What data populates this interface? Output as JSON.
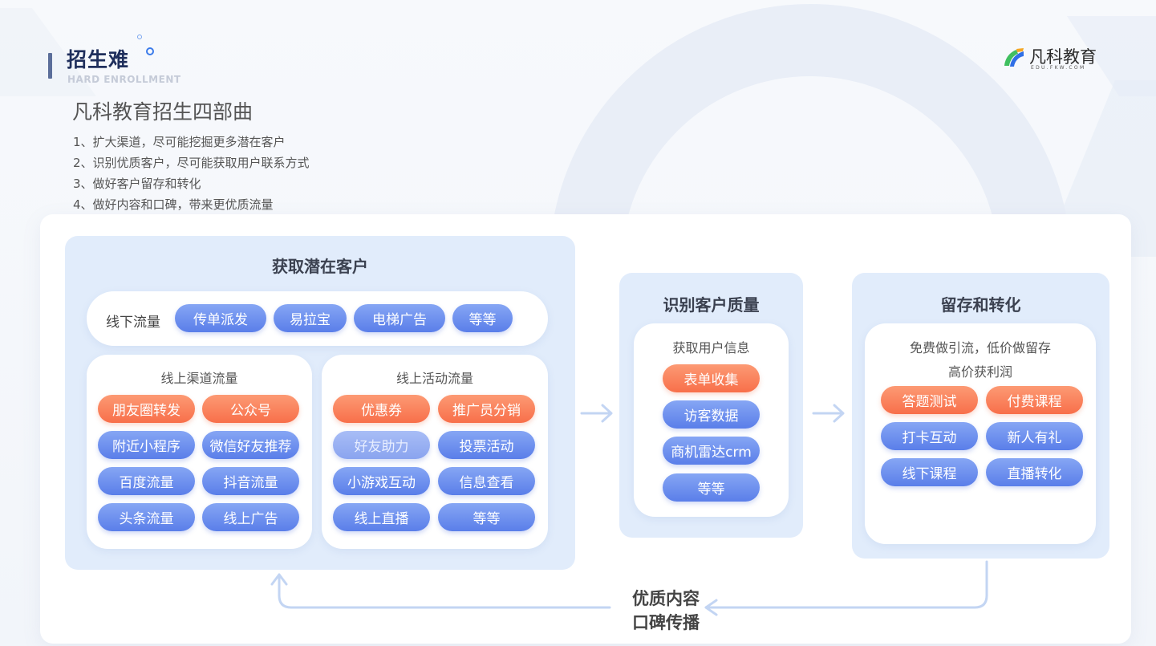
{
  "header": {
    "title": "招生难",
    "subtitle": "HARD ENROLLMENT"
  },
  "logo": {
    "name": "凡科教育",
    "domain": "EDU.FKW.COM"
  },
  "intro": {
    "title": "凡科教育招生四部曲",
    "items": [
      "1、扩大渠道，尽可能挖掘更多潜在客户",
      "2、识别优质客户，尽可能获取用户联系方式",
      "3、做好客户留存和转化",
      "4、做好内容和口碑，带来更优质流量"
    ]
  },
  "acquire": {
    "title": "获取潜在客户",
    "offline": {
      "label": "线下流量",
      "tags": [
        "传单派发",
        "易拉宝",
        "电梯广告",
        "等等"
      ]
    },
    "online_channel": {
      "title": "线上渠道流量",
      "tags": [
        "朋友圈转发",
        "公众号",
        "附近小程序",
        "微信好友推荐",
        "百度流量",
        "抖音流量",
        "头条流量",
        "线上广告"
      ]
    },
    "online_activity": {
      "title": "线上活动流量",
      "tags": [
        "优惠券",
        "推广员分销",
        "好友助力",
        "投票活动",
        "小游戏互动",
        "信息查看",
        "线上直播",
        "等等"
      ]
    }
  },
  "identify": {
    "title": "识别客户质量",
    "subtitle": "获取用户信息",
    "tags": [
      "表单收集",
      "访客数据",
      "商机雷达crm",
      "等等"
    ]
  },
  "retain": {
    "title": "留存和转化",
    "line1": "免费做引流，低价做留存",
    "line2": "高价获利润",
    "tags": [
      "答题测试",
      "付费课程",
      "打卡互动",
      "新人有礼",
      "线下课程",
      "直播转化"
    ]
  },
  "loop": {
    "line1": "优质内容",
    "line2": "口碑传播"
  },
  "colors": {
    "panel_bg": "#e1ecfb",
    "pill_blue": "#6a8cee",
    "pill_orange": "#f97d55",
    "brand_green": "#3fbf5f",
    "brand_blue": "#2f6fe6"
  }
}
